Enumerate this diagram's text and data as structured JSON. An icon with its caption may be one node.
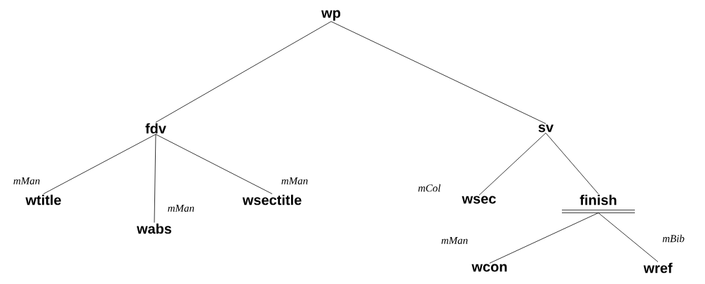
{
  "diagram": {
    "nodes": [
      {
        "text": [
          "wp"
        ]
      },
      {
        "text": [
          "fdv"
        ]
      },
      {
        "text": [
          "sv"
        ]
      },
      {
        "text": [
          "wtitle"
        ],
        "beside": [
          "mMan"
        ]
      },
      {
        "text": [
          "wabs"
        ],
        "beside": [
          "mMan"
        ]
      },
      {
        "text": [
          "wsectitle"
        ],
        "beside": [
          "mMan"
        ]
      },
      {
        "text": [
          "wsec"
        ],
        "beside": [
          "mCol"
        ]
      },
      {
        "text": [
          "finish"
        ]
      },
      {
        "text": [
          "wcon"
        ],
        "beside": [
          "mMan"
        ]
      },
      {
        "text": [
          "wref"
        ],
        "beside": [
          "mBib"
        ]
      }
    ],
    "edges": [
      {
        "from": 0,
        "to": 1,
        "arrow": "none"
      },
      {
        "from": 0,
        "to": 2,
        "arrow": "none"
      },
      {
        "from": 1,
        "to": 3,
        "arrow": "none"
      },
      {
        "from": 1,
        "to": 4,
        "arrow": "none"
      },
      {
        "from": 1,
        "to": 5,
        "arrow": "none"
      },
      {
        "from": 2,
        "to": 6,
        "arrow": "none"
      },
      {
        "from": 2,
        "to": 7,
        "arrow": "none"
      },
      {
        "from": 7,
        "to": 8,
        "arrow": "none"
      },
      {
        "from": 7,
        "to": 9,
        "arrow": "none"
      }
    ]
  }
}
